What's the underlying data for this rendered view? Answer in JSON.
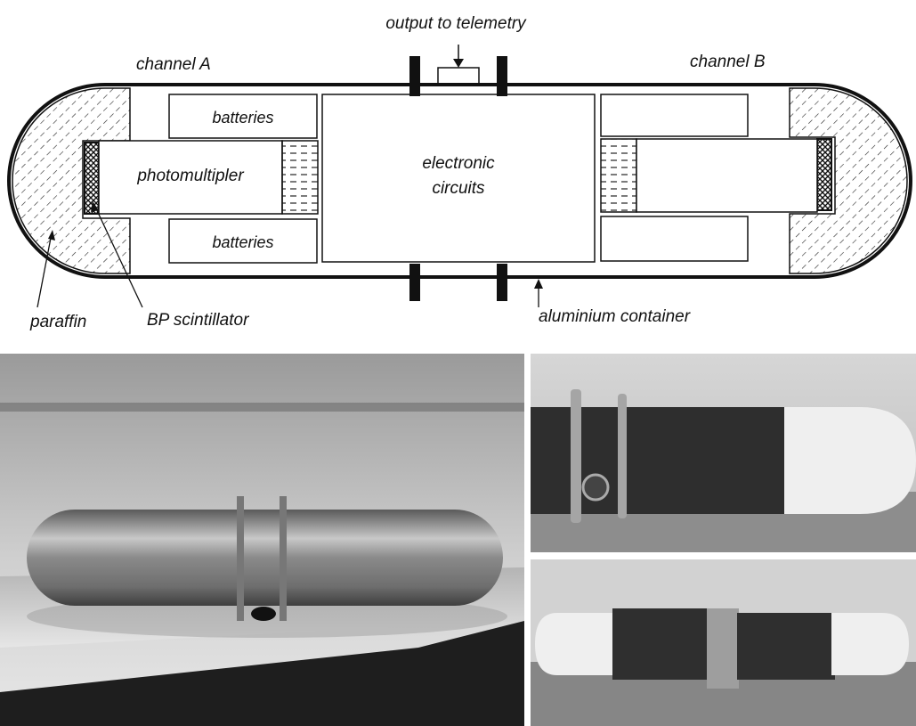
{
  "diagram": {
    "labels": {
      "output": "output to telemetry",
      "channel_a": "channel A",
      "channel_b": "channel B",
      "batteries_top": "batteries",
      "batteries_bottom": "batteries",
      "photomultiplier": "photomultipler",
      "electronic_line1": "electronic",
      "electronic_line2": "circuits",
      "paraffin": "paraffin",
      "scintillator": "BP scintillator",
      "container": "aluminium container"
    }
  },
  "colors": {
    "line": "#111111",
    "photo_bg_light": "#d9d9d9",
    "photo_bg_dark": "#2a2a2a"
  }
}
